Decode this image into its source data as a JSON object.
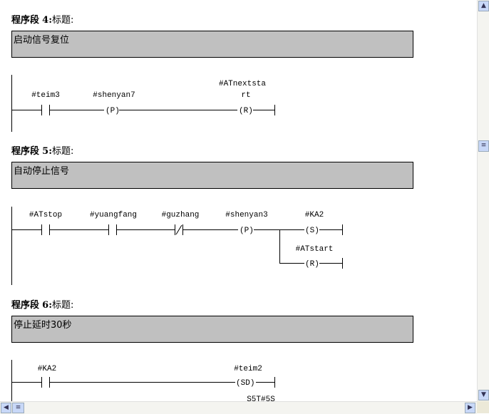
{
  "networks": [
    {
      "label": "程序段",
      "number": "4",
      "title_label": "标题:",
      "comment": "启动信号复位",
      "contact1": "#teim3",
      "coil_p_operand": "#shenyan7",
      "coil_p": "P",
      "coil_r_operand_line1": "#ATnextsta",
      "coil_r_operand_line2": "rt",
      "coil_r": "R"
    },
    {
      "label": "程序段",
      "number": "5",
      "title_label": "标题:",
      "comment": "自动停止信号",
      "contact1": "#ATstop",
      "contact2": "#yuangfang",
      "contact3_nc": "#guzhang",
      "coil_p_operand": "#shenyan3",
      "coil_p": "P",
      "coil_s_operand": "#KA2",
      "coil_s": "S",
      "coil_r_operand": "#ATstart",
      "coil_r": "R"
    },
    {
      "label": "程序段",
      "number": "6",
      "title_label": "标题:",
      "comment": "停止延时30秒",
      "contact1": "#KA2",
      "coil_sd_operand": "#teim2",
      "coil_sd": "SD",
      "timer_value": "S5T#5S"
    }
  ],
  "scrollbars": {
    "up": "▲",
    "down": "▼",
    "left": "◀",
    "right": "▶",
    "thumb": "≡"
  }
}
